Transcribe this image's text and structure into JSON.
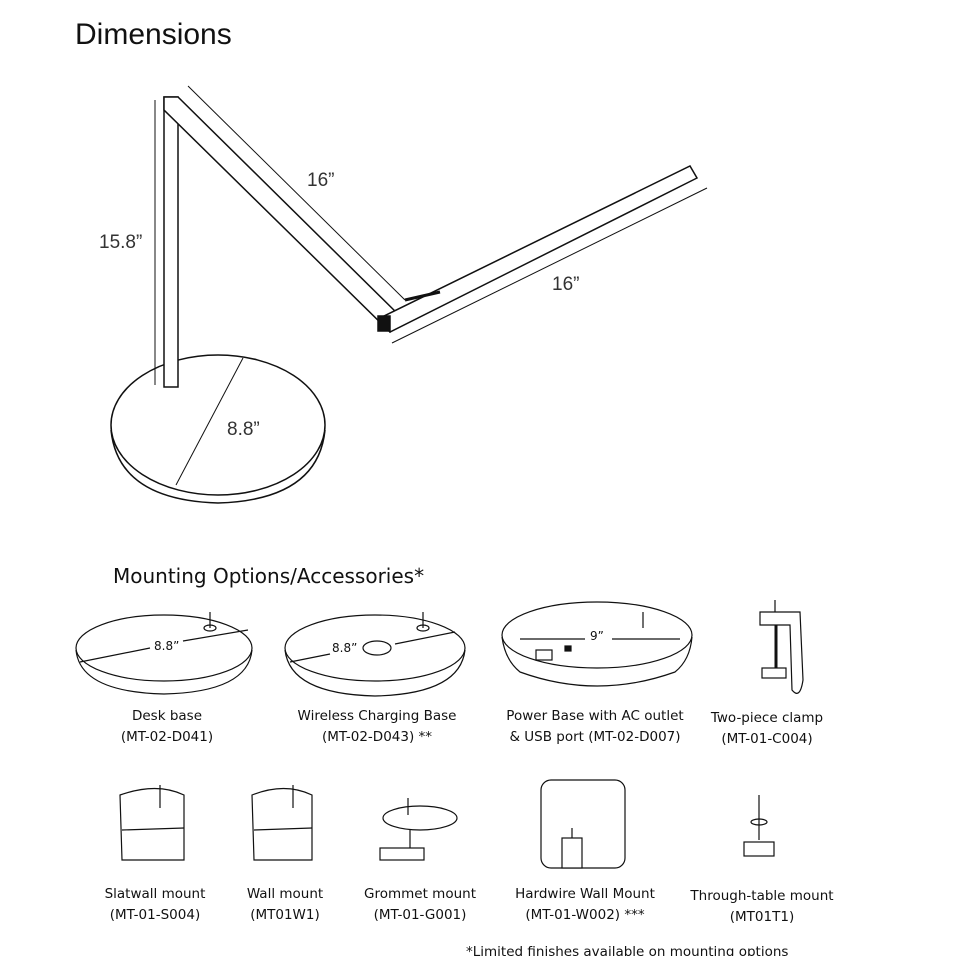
{
  "title": "Dimensions",
  "lamp_dimensions": {
    "height": "15.8”",
    "arm1": "16”",
    "arm2": "16”",
    "base": "8.8”"
  },
  "accessories_title": "Mounting Options/Accessories*",
  "accessories": [
    {
      "name": "Desk base",
      "code": "(MT-02-D041)",
      "dim": "8.8”"
    },
    {
      "name": "Wireless Charging Base",
      "code": "(MT-02-D043) **",
      "dim": "8.8”"
    },
    {
      "name": "Power Base with AC outlet",
      "code": "& USB port (MT-02-D007)",
      "dim": "9”"
    },
    {
      "name": "Two-piece clamp",
      "code": "(MT-01-C004)"
    },
    {
      "name": "Slatwall mount",
      "code": "(MT-01-S004)"
    },
    {
      "name": "Wall mount",
      "code": "(MT01W1)"
    },
    {
      "name": "Grommet mount",
      "code": "(MT-01-G001)"
    },
    {
      "name": "Hardwire Wall Mount",
      "code": "(MT-01-W002) ***"
    },
    {
      "name": "Through-table mount",
      "code": "(MT01T1)"
    }
  ],
  "footnote": "*Limited finishes available on mounting options"
}
